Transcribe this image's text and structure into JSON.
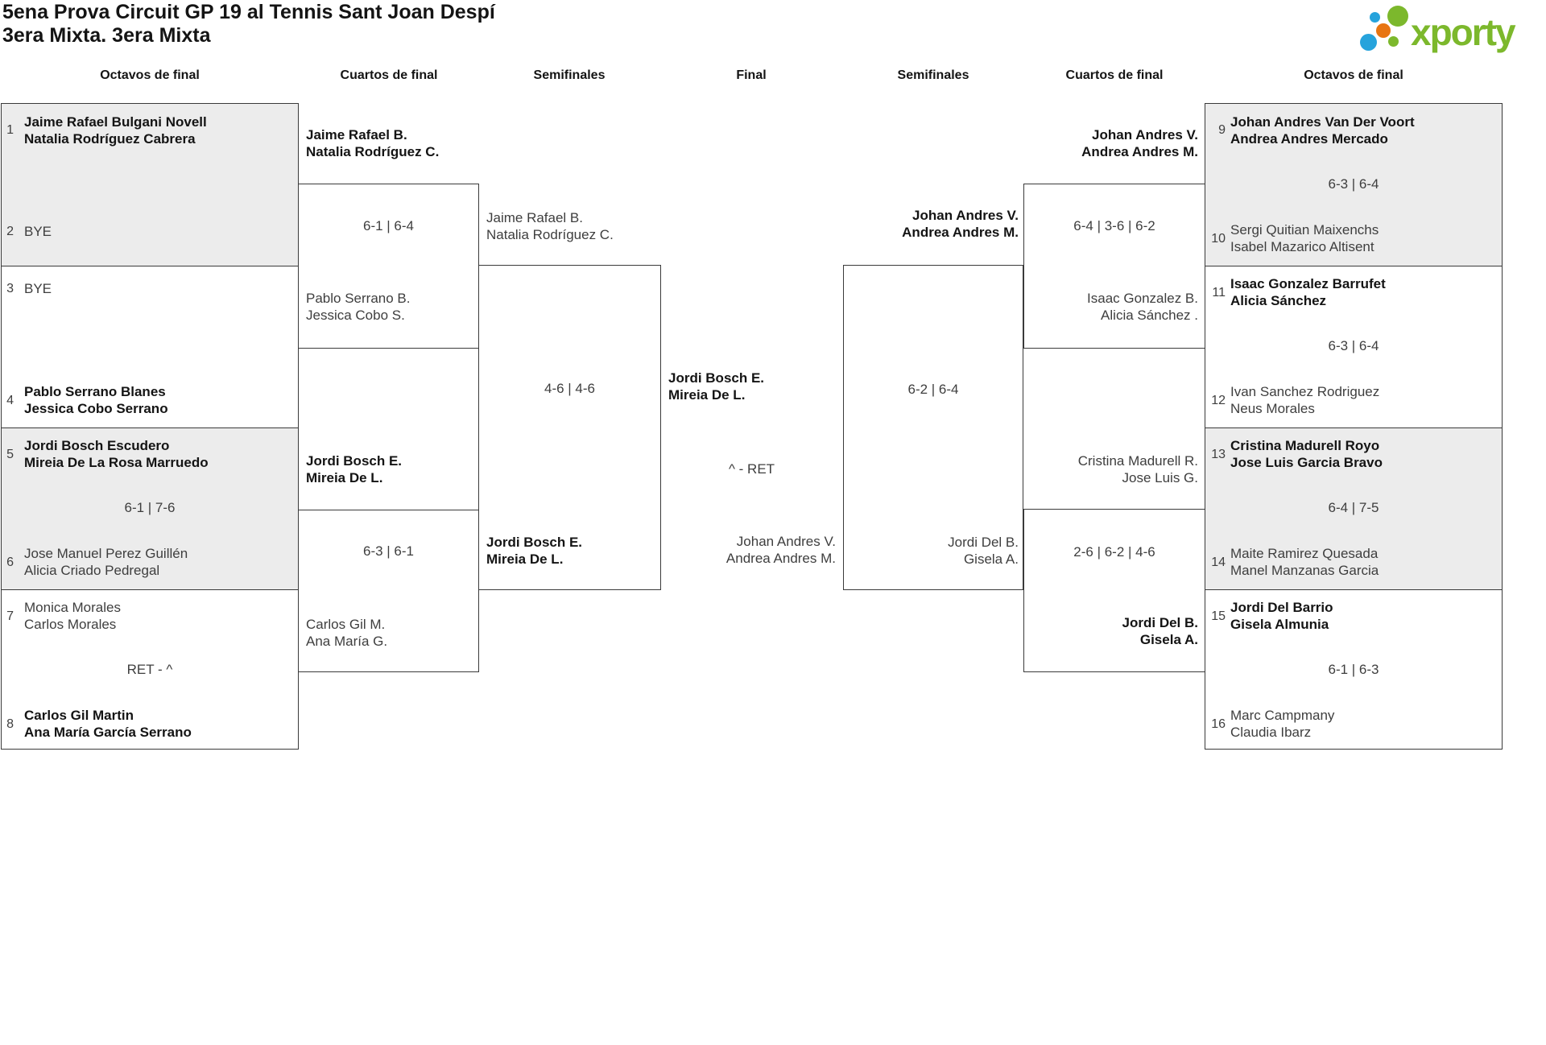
{
  "title": {
    "line1": "5ena Prova Circuit GP 19 al Tennis Sant Joan Despí",
    "line2": "3era Mixta. 3era Mixta"
  },
  "logo": {
    "brand": "xporty",
    "green": "#7cb82c",
    "blue": "#26a3dc",
    "orange": "#e87511"
  },
  "headers": [
    "Octavos de final",
    "Cuartos de final",
    "Semifinales",
    "Final",
    "Semifinales",
    "Cuartos de final",
    "Octavos de final"
  ],
  "rounds": {
    "ol": {
      "m1": {
        "seedA": "1",
        "a1": "Jaime Rafael Bulgani Novell",
        "a2": "Natalia Rodríguez Cabrera",
        "seedB": "2",
        "b1": "BYE"
      },
      "m2": {
        "seedA": "3",
        "a1": "BYE",
        "seedB": "4",
        "b1": "Pablo Serrano Blanes",
        "b2": "Jessica Cobo Serrano"
      },
      "m3": {
        "seedA": "5",
        "a1": "Jordi Bosch Escudero",
        "a2": "Mireia De La Rosa Marruedo",
        "score": "6-1 | 7-6",
        "seedB": "6",
        "b1": "Jose Manuel Perez Guillén",
        "b2": "Alicia Criado Pedregal"
      },
      "m4": {
        "seedA": "7",
        "a1": "Monica Morales",
        "a2": "Carlos Morales",
        "score": "RET - ^",
        "seedB": "8",
        "b1": "Carlos Gil Martin",
        "b2": "Ana María García Serrano"
      }
    },
    "cl": {
      "m1": {
        "a1": "Jaime Rafael B.",
        "a2": "Natalia Rodríguez C.",
        "score": "6-1 | 6-4",
        "b1": "Pablo Serrano B.",
        "b2": "Jessica Cobo S."
      },
      "m2": {
        "a1": "Jordi Bosch E.",
        "a2": "Mireia De L.",
        "score": "6-3 | 6-1",
        "b1": "Carlos Gil M.",
        "b2": "Ana María G."
      }
    },
    "sl": {
      "m1": {
        "a1": "Jaime Rafael B.",
        "a2": "Natalia Rodríguez C.",
        "score": "4-6 | 4-6",
        "b1": "Jordi Bosch E.",
        "b2": "Mireia De L."
      }
    },
    "f": {
      "m1": {
        "a1": "Jordi Bosch E.",
        "a2": "Mireia De L.",
        "score": "^ - RET",
        "b1": "Johan Andres V.",
        "b2": "Andrea Andres M."
      }
    },
    "sr": {
      "m1": {
        "a1": "Johan Andres V.",
        "a2": "Andrea Andres M.",
        "score": "6-2 | 6-4",
        "b1": "Jordi Del B.",
        "b2": "Gisela A."
      }
    },
    "cr": {
      "m1": {
        "a1": "Johan Andres V.",
        "a2": "Andrea Andres M.",
        "score": "6-4 | 3-6 | 6-2",
        "b1": "Isaac Gonzalez B.",
        "b2": "Alicia Sánchez ."
      },
      "m2": {
        "a1": "Cristina Madurell R.",
        "a2": "Jose Luis G.",
        "score": "2-6 | 6-2 | 4-6",
        "b1": "Jordi Del B.",
        "b2": "Gisela A."
      }
    },
    "or": {
      "m1": {
        "seedA": "9",
        "a1": "Johan Andres Van Der Voort",
        "a2": "Andrea Andres Mercado",
        "score": "6-3 | 6-4",
        "seedB": "10",
        "b1": "Sergi Quitian Maixenchs",
        "b2": "Isabel Mazarico Altisent"
      },
      "m2": {
        "seedA": "11",
        "a1": "Isaac Gonzalez Barrufet",
        "a2": "Alicia Sánchez",
        "score": "6-3 | 6-4",
        "seedB": "12",
        "b1": "Ivan Sanchez Rodriguez",
        "b2": "Neus Morales"
      },
      "m3": {
        "seedA": "13",
        "a1": "Cristina Madurell Royo",
        "a2": "Jose Luis Garcia Bravo",
        "score": "6-4 | 7-5",
        "seedB": "14",
        "b1": "Maite Ramirez Quesada",
        "b2": "Manel Manzanas Garcia"
      },
      "m4": {
        "seedA": "15",
        "a1": "Jordi Del Barrio",
        "a2": "Gisela Almunia",
        "score": "6-1 | 6-3",
        "seedB": "16",
        "b1": "Marc Campmany",
        "b2": "Claudia Ibarz"
      }
    }
  }
}
